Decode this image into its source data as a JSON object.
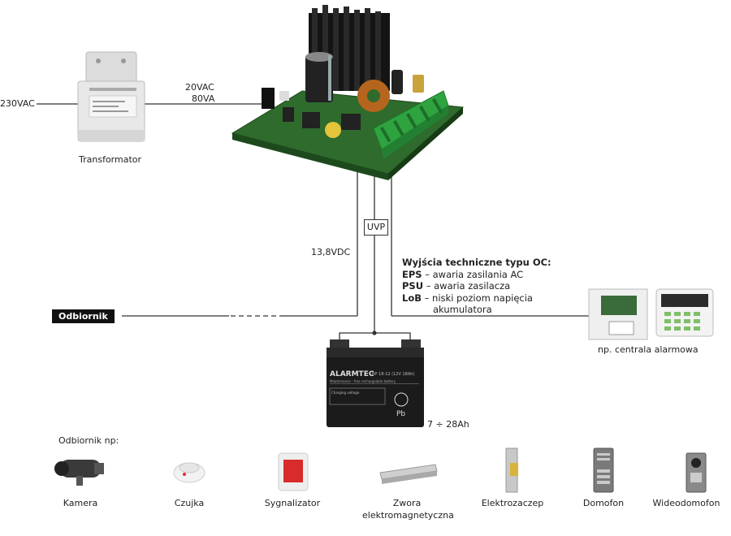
{
  "inputs": {
    "mains": "230VAC",
    "transformer_output_voltage": "20VAC",
    "transformer_output_power": "80VA",
    "transformer_label": "Transformator"
  },
  "dc_output": "13,8VDC",
  "uvp": "UVP",
  "receiver_tag": "Odbiornik",
  "oc_outputs": {
    "title": "Wyjścia techniczne typu OC:",
    "items": [
      {
        "code": "EPS",
        "desc": " – awaria zasilania AC"
      },
      {
        "code": "PSU",
        "desc": " – awaria zasilacza"
      },
      {
        "code": "LoB",
        "desc": " – niski poziom napięcia"
      }
    ],
    "continuation": "akumulatora"
  },
  "alarm_panel_label": "np. centrala alarmowa",
  "battery": {
    "brand": "ALARMTEC",
    "model": "BP 18-12 (12V 18Ah)",
    "subtitle": "Maintenance - free rechargeable battery",
    "charging": "Charging voltage",
    "pb": "Pb",
    "capacity": "7 ÷ 28Ah"
  },
  "receivers_heading": "Odbiornik np:",
  "receivers": [
    {
      "label": "Kamera",
      "icon": "camera-icon"
    },
    {
      "label": "Czujka",
      "icon": "smoke-detector-icon"
    },
    {
      "label": "Sygnalizator",
      "icon": "siren-icon"
    },
    {
      "label": "Zwora\nelektromagnetyczna",
      "label_line1": "Zwora",
      "label_line2": "elektromagnetyczna",
      "icon": "electromagnet-icon"
    },
    {
      "label": "Elektrozaczep",
      "icon": "door-strike-icon"
    },
    {
      "label": "Domofon",
      "icon": "intercom-icon"
    },
    {
      "label": "Wideodomofon",
      "icon": "video-intercom-icon"
    }
  ],
  "colors": {
    "pcb": "#2e6b2c",
    "terminal": "#2fa33f",
    "heatsink": "#141414",
    "battery": "#1b1b1b",
    "wire": "#333333"
  }
}
